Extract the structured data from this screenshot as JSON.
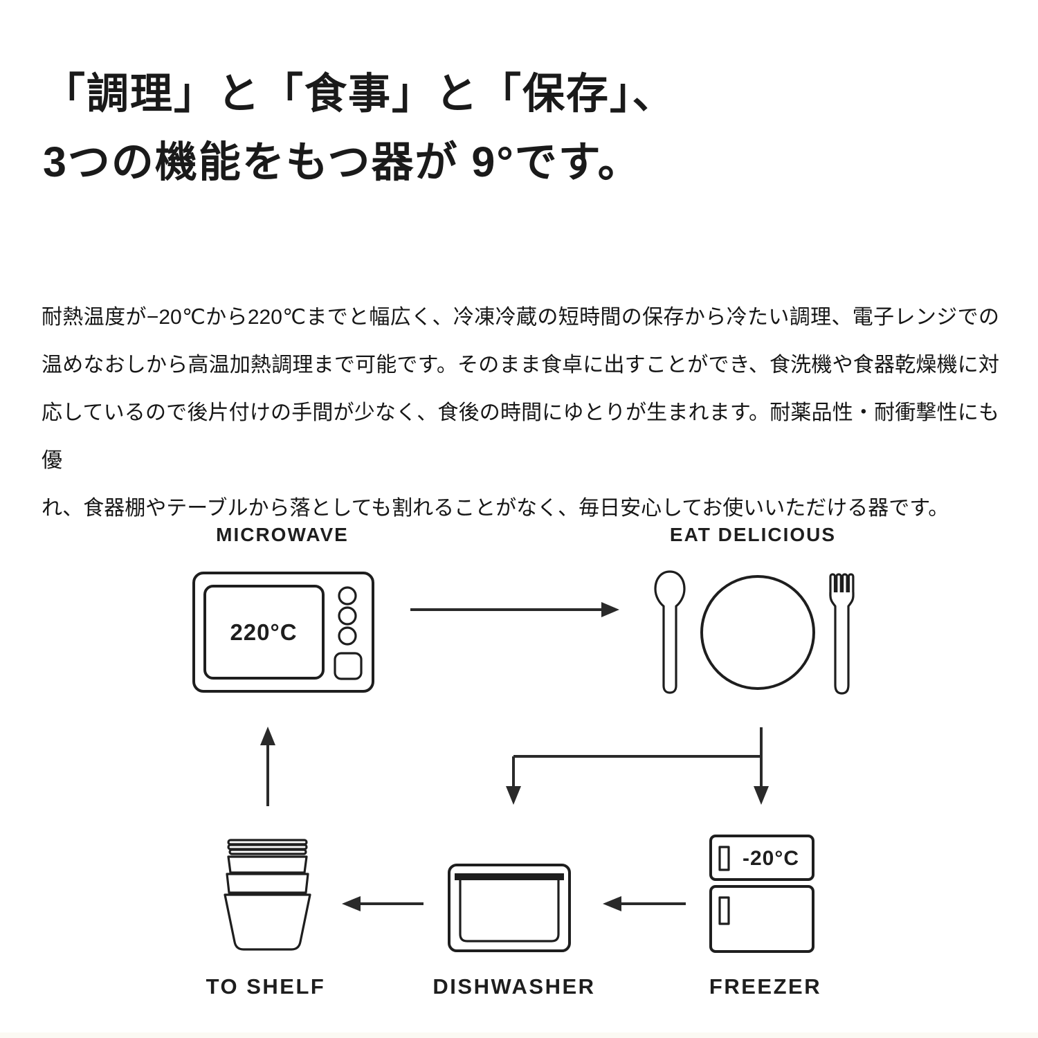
{
  "page": {
    "background": "#ffffff",
    "text_color": "#1a1a1a",
    "line_color": "#1e1e1e"
  },
  "heading": {
    "line1": "「調理」と「食事」と「保存」、",
    "line2": "3つの機能をもつ器が 9°です。"
  },
  "body": {
    "lines": [
      "耐熱温度が−20℃から220℃までと幅広く、冷凍冷蔵の短時間の保存から冷たい調理、電子レンジでの",
      "温めなおしから高温加熱調理まで可能です。そのまま食卓に出すことができ、食洗機や食器乾燥機に対",
      "応しているので後片付けの手間が少なく、食後の時間にゆとりが生まれます。耐薬品性・耐衝撃性にも優",
      "れ、食器棚やテーブルから落としても割れることがなく、毎日安心してお使いいただける器です。"
    ]
  },
  "diagram": {
    "labels": {
      "microwave": "MICROWAVE",
      "eat_delicious": "EAT DELICIOUS",
      "to_shelf": "TO SHELF",
      "dishwasher": "DISHWASHER",
      "freezer": "FREEZER"
    },
    "microwave_display": "220°C",
    "freezer_display": "-20°C"
  }
}
